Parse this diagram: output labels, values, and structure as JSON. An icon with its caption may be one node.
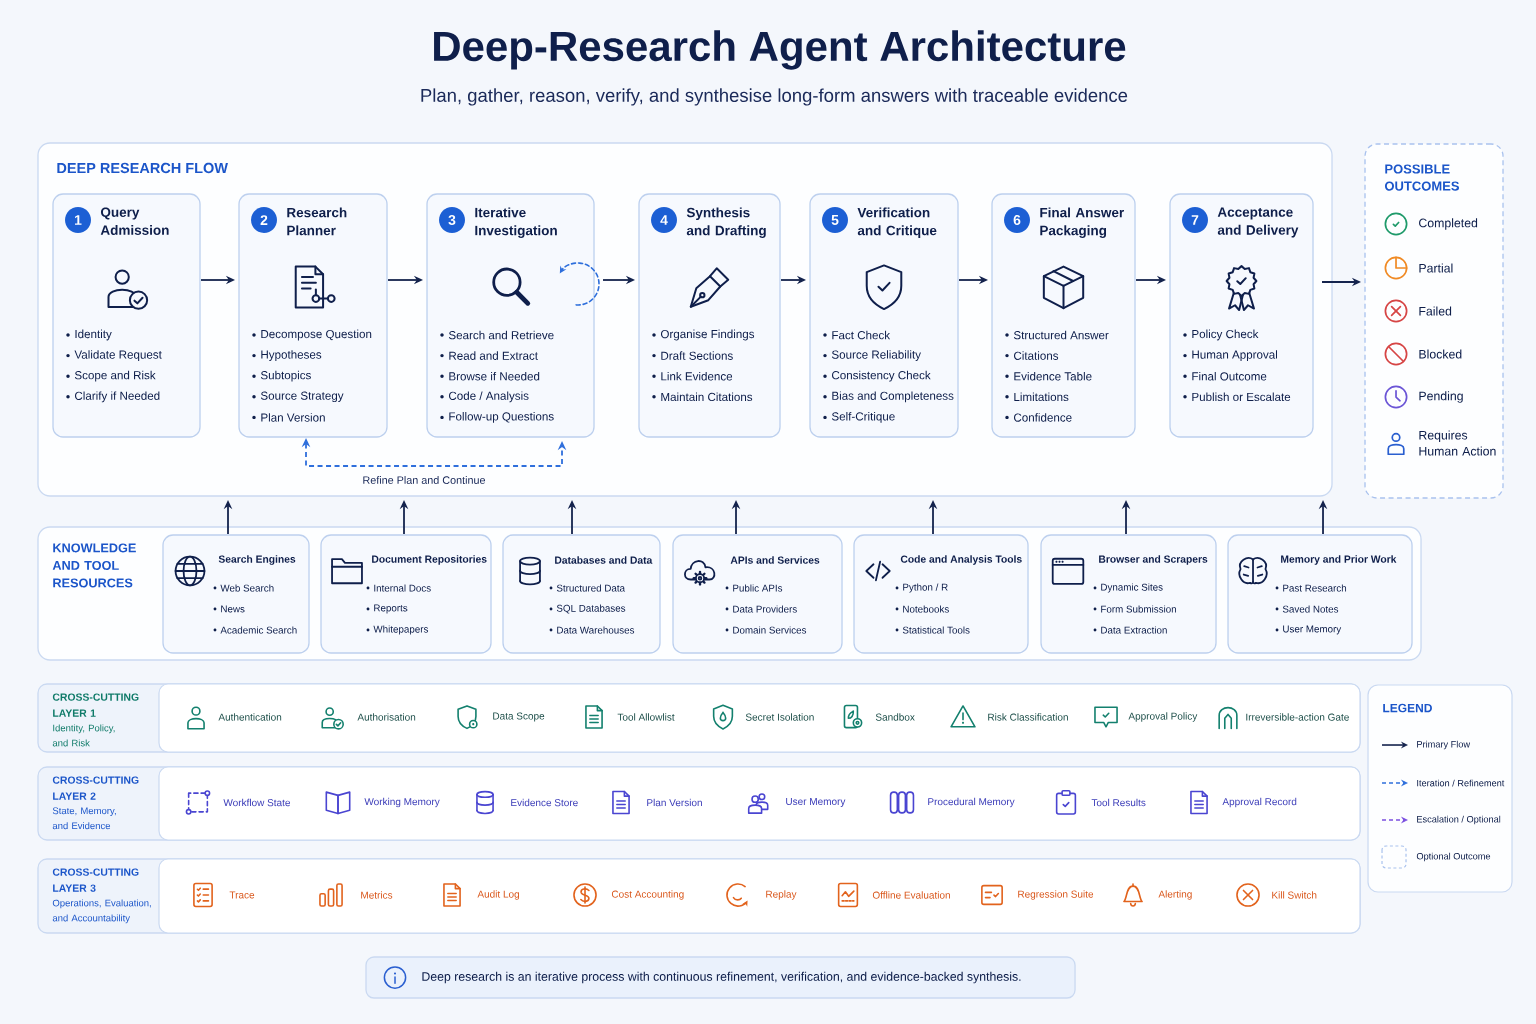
{
  "diagram": {
    "title": "Deep-Research Agent Architecture",
    "nodes": [
      {
        "text": [
          "DEEP RESEARCH FLOW"
        ]
      },
      {
        "text": [
          "1",
          "Query Admission",
          "Identity",
          "Validate Request",
          "Scope and Risk",
          "Clarify if Needed"
        ],
        "in": 0
      },
      {
        "text": [
          "2",
          "Research Planner",
          "Decompose Question",
          "Hypotheses",
          "Subtopics",
          "Source Strategy",
          "Plan Version"
        ],
        "in": 0
      },
      {
        "text": [
          "3",
          "Iterative Investigation",
          "Search and Retrieve",
          "Read and Extract",
          "Browse if Needed",
          "Code / Analysis",
          "Follow-up Questions"
        ],
        "in": 0
      },
      {
        "text": [
          "4",
          "Synthesis and Drafting",
          "Organise Findings",
          "Draft Sections",
          "Link Evidence",
          "Maintain Citations"
        ],
        "in": 0
      },
      {
        "text": [
          "5",
          "Verification and Critique",
          "Fact Check",
          "Source Reliability",
          "Consistency Check",
          "Bias and Completeness",
          "Self-Critique"
        ],
        "in": 0
      },
      {
        "text": [
          "6",
          "Final Answer Packaging",
          "Structured Answer",
          "Citations",
          "Evidence Table",
          "Limitations",
          "Confidence"
        ],
        "in": 0
      },
      {
        "text": [
          "7",
          "Acceptance and Delivery",
          "Policy Check",
          "Human Approval",
          "Final Outcome",
          "Publish or Escalate"
        ],
        "in": 0
      },
      {
        "text": [
          "POSSIBLE OUTCOMES",
          "Completed",
          "Partial",
          "Failed",
          "Blocked",
          "Pending",
          "Requires Human Action"
        ]
      },
      {
        "text": [
          "KNOWLEDGE AND TOOL RESOURCES"
        ]
      },
      {
        "text": [
          "Search Engines",
          "Web Search",
          "News",
          "Academic Search"
        ],
        "in": 9
      },
      {
        "text": [
          "Document Repositories",
          "Internal Docs",
          "Reports",
          "Whitepapers"
        ],
        "in": 9
      },
      {
        "text": [
          "Databases and Data",
          "Structured Data",
          "SQL Databases",
          "Data Warehouses"
        ],
        "in": 9
      },
      {
        "text": [
          "APIs and Services",
          "Public APIs",
          "Data Providers",
          "Domain Services"
        ],
        "in": 9
      },
      {
        "text": [
          "Code and Analysis Tools",
          "Python / R",
          "Notebooks",
          "Statistical Tools"
        ],
        "in": 9
      },
      {
        "text": [
          "Browser and Scrapers",
          "Dynamic Sites",
          "Form Submission",
          "Data Extraction"
        ],
        "in": 9
      },
      {
        "text": [
          "Memory and Prior Work",
          "Past Research",
          "Saved Notes",
          "User Memory"
        ],
        "in": 9
      },
      {
        "text": [
          "CROSS-CUTTING LAYER 1",
          "Identity, Policy, and Risk",
          "Authentication",
          "Authorisation",
          "Data Scope",
          "Tool Allowlist",
          "Secret Isolation",
          "Sandbox",
          "Risk Classification",
          "Approval Policy",
          "Irreversible-action Gate"
        ]
      },
      {
        "text": [
          "CROSS-CUTTING LAYER 2",
          "State, Memory, and Evidence",
          "Workflow State",
          "Working Memory",
          "Evidence Store",
          "Plan Version",
          "User Memory",
          "Procedural Memory",
          "Tool Results",
          "Approval Record"
        ]
      },
      {
        "text": [
          "CROSS-CUTTING LAYER 3",
          "Operations, Evaluation, and Accountability",
          "Trace",
          "Metrics",
          "Audit Log",
          "Cost Accounting",
          "Replay",
          "Offline Evaluation",
          "Regression Suite",
          "Alerting",
          "Kill Switch"
        ]
      },
      {
        "text": [
          "Deep research is an iterative process with continuous refinement, verification, and evidence-backed synthesis."
        ]
      }
    ],
    "edges": [
      {
        "from": 1,
        "to": 2,
        "arrow": "to"
      },
      {
        "from": 2,
        "to": 3,
        "arrow": "to"
      },
      {
        "from": 3,
        "to": 4,
        "arrow": "to"
      },
      {
        "from": 4,
        "to": 5,
        "arrow": "to"
      },
      {
        "from": 5,
        "to": 6,
        "arrow": "to"
      },
      {
        "from": 6,
        "to": 7,
        "arrow": "to"
      },
      {
        "from": 7,
        "to": 8,
        "arrow": "to"
      },
      {
        "from": 2,
        "to": 3,
        "arrow": "both",
        "label": "Refine Plan and Continue",
        "style": "dashed",
        "color": "#2f6fdc"
      },
      {
        "from": 10,
        "to": 0,
        "arrow": "to"
      },
      {
        "from": 11,
        "to": 0,
        "arrow": "to"
      },
      {
        "from": 12,
        "to": 0,
        "arrow": "to"
      },
      {
        "from": 13,
        "to": 0,
        "arrow": "to"
      },
      {
        "from": 14,
        "to": 0,
        "arrow": "to"
      },
      {
        "from": 15,
        "to": 0,
        "arrow": "to"
      },
      {
        "from": 16,
        "to": 0,
        "arrow": "to"
      }
    ],
    "labels": [
      "Plan, gather, reason, verify, and synthesise long-form answers with traceable evidence",
      "LEGEND"
    ],
    "legend": [
      {
        "text": "Primary Flow"
      },
      {
        "text": "Iteration / Refinement"
      },
      {
        "text": "Escalation / Optional"
      },
      {
        "text": "Optional Outcome"
      }
    ]
  }
}
